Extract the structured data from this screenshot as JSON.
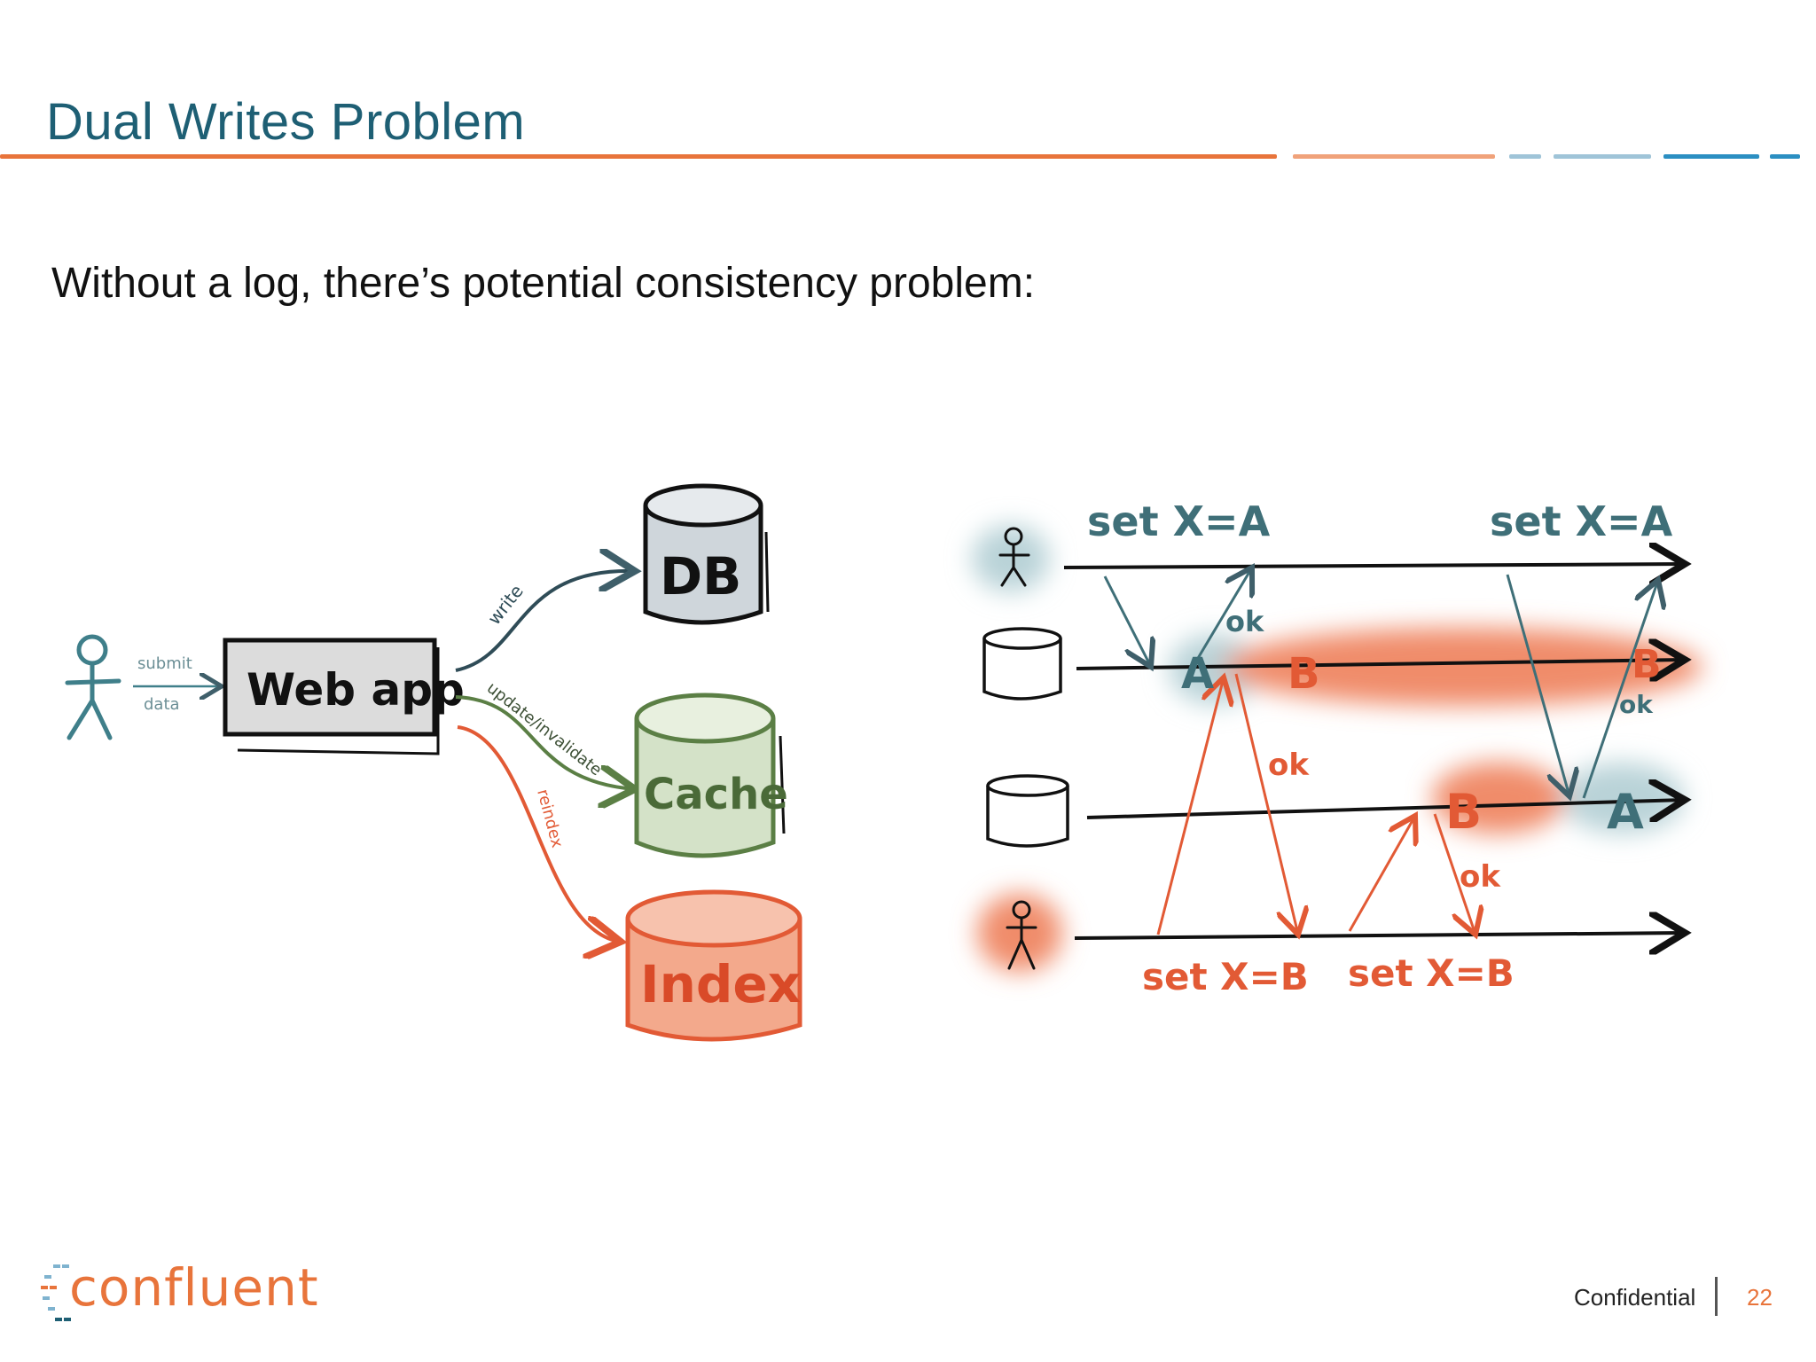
{
  "slide": {
    "title": "Dual Writes Problem",
    "subtitle": "Without a log, there’s potential consistency problem:"
  },
  "left_diagram": {
    "user_edge_label_1": "submit",
    "user_edge_label_2": "data",
    "web_app_label": "Web app",
    "edge_write": "write",
    "edge_update": "update/invalidate",
    "edge_reindex": "reindex",
    "db_label": "DB",
    "cache_label": "Cache",
    "index_label": "Index"
  },
  "right_diagram": {
    "set_a_1": "set X=A",
    "set_a_2": "set X=A",
    "ok_1": "ok",
    "ok_2": "ok",
    "ok_3": "ok",
    "ok_4": "ok",
    "value_a_db": "A",
    "value_b_db": "B",
    "value_b_db_end": "B",
    "value_b_idx": "B",
    "value_a_idx_end": "A",
    "set_b_1": "set X=B",
    "set_b_2": "set X=B"
  },
  "footer": {
    "logo_text": "confluent",
    "confidential": "Confidential",
    "page_number": "22"
  },
  "colors": {
    "title": "#1e5f74",
    "accent_orange": "#e8743b",
    "teal": "#3f7f8a",
    "green": "#5b7f45",
    "red": "#e25a35"
  }
}
